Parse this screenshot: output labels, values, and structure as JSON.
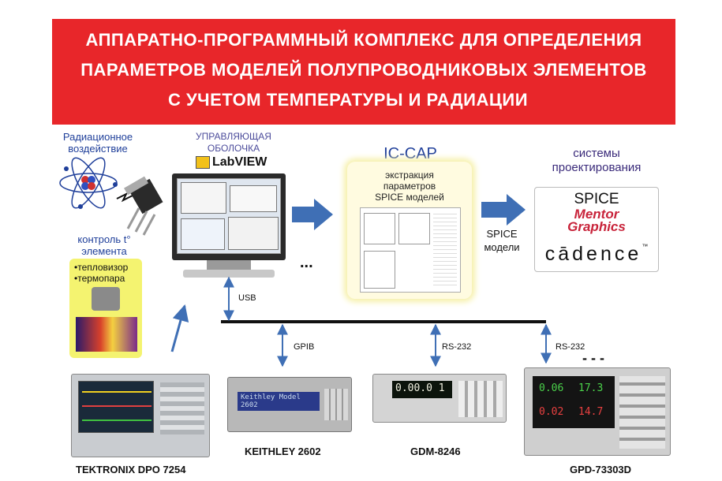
{
  "banner": {
    "line1": "АППАРАТНО-ПРОГРАММНЫЙ КОМПЛЕКС ДЛЯ ОПРЕДЕЛЕНИЯ",
    "line2": "ПАРАМЕТРОВ МОДЕЛЕЙ ПОЛУПРОВОДНИКОВЫХ ЭЛЕМЕНТОВ",
    "line3": "С УЧЕТОМ ТЕМПЕРАТУРЫ И РАДИАЦИИ"
  },
  "radiation": {
    "line1": "Радиационное",
    "line2": "воздействие"
  },
  "shell": {
    "line1": "УПРАВЛЯЮЩАЯ",
    "line2": "ОБОЛОЧКА",
    "product": "LabVIEW"
  },
  "temp": {
    "line1": "контроль t°",
    "line2": "элемента",
    "item1": "•тепловизор",
    "item2": "•термопара"
  },
  "iccap": {
    "title": "IC-CAP",
    "line1": "экстракция",
    "line2": "параметров",
    "line3": "SPICE моделей"
  },
  "design": {
    "line1": "системы",
    "line2": "проектирования",
    "spice": "SPICE",
    "mentor1": "Mentor",
    "mentor2": "Graphics",
    "cadence": "cādence",
    "tm": "™"
  },
  "arrows": {
    "spice1": "SPICE",
    "spice2": "модели",
    "dots1": "...",
    "dots2": "- - -"
  },
  "buses": {
    "usb": "USB",
    "gpib": "GPIB",
    "rs1": "RS-232",
    "rs2": "RS-232"
  },
  "instruments": {
    "tektronix": "TEKTRONIX DPO 7254",
    "keithley": "KEITHLEY 2602",
    "keithley_screen": "Keithley Model 2602",
    "gdm": "GDM-8246",
    "gdm_display": "0.00.0 1",
    "gpd": "GPD-73303D",
    "gpd_d1": "0.06",
    "gpd_d2": "17.3",
    "gpd_d3": "0.02",
    "gpd_d4": "14.7"
  },
  "colors": {
    "banner": "#e8262a",
    "arrow": "#3f6fb5",
    "highlight": "#f4f370",
    "mentor": "#c8233a"
  }
}
